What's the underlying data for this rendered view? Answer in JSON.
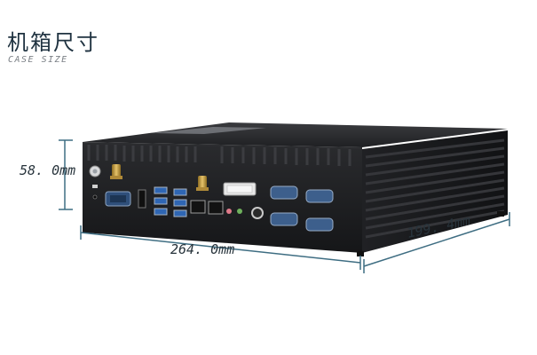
{
  "header": {
    "title": "机箱尺寸",
    "subtitle": "CASE SIZE"
  },
  "dimensions": {
    "height_label": "58. 0mm",
    "width_label": "264. 0mm",
    "depth_label": "199. 4mm"
  },
  "colors": {
    "dimension_line": "#3e6d82",
    "case_body": "#1c1d1f",
    "fin": "#2a2b2e"
  }
}
